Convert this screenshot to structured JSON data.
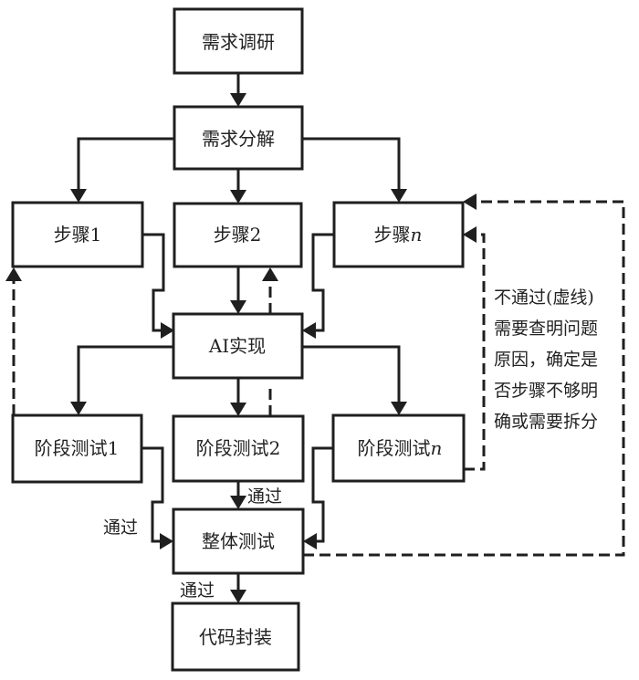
{
  "nodes": {
    "research": "需求调研",
    "decompose": "需求分解",
    "step1": "步骤1",
    "step2": "步骤2",
    "stepn_prefix": "步骤",
    "stepn_var": "n",
    "ai": "AI实现",
    "stage1": "阶段测试1",
    "stage2": "阶段测试2",
    "stagen_prefix": "阶段测试",
    "stagen_var": "n",
    "overall": "整体测试",
    "package": "代码封装"
  },
  "labels": {
    "pass_stage1": "通过",
    "pass_stage2": "通过",
    "pass_overall": "通过"
  },
  "note": {
    "lines": [
      "不通过(虚线)",
      "需要查明问题",
      "原因，确定是",
      "否步骤不够明",
      "确或需要拆分"
    ]
  }
}
